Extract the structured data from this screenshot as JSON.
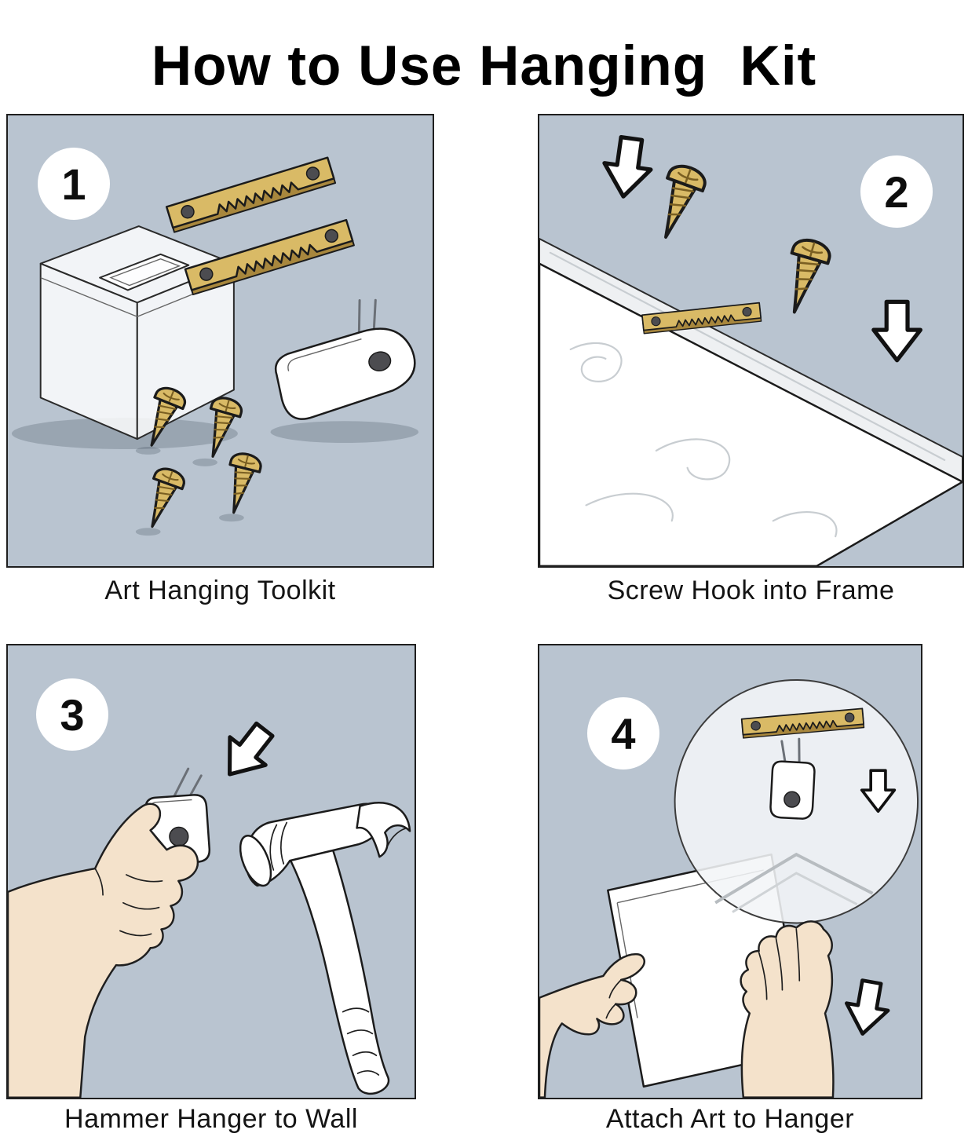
{
  "title": "How to Use Hanging  Kit",
  "panels": [
    {
      "number": "1",
      "caption": "Art Hanging Toolkit"
    },
    {
      "number": "2",
      "caption": "Screw Hook into Frame"
    },
    {
      "number": "3",
      "caption": "Hammer Hanger to Wall"
    },
    {
      "number": "4",
      "caption": "Attach Art to Hanger"
    }
  ],
  "colors": {
    "panel_background": "#b9c4d0",
    "brass": "#d9ba66",
    "brass_shadow": "#a8873d",
    "skin": "#f4e2cb",
    "outline": "#1b1b1b"
  }
}
